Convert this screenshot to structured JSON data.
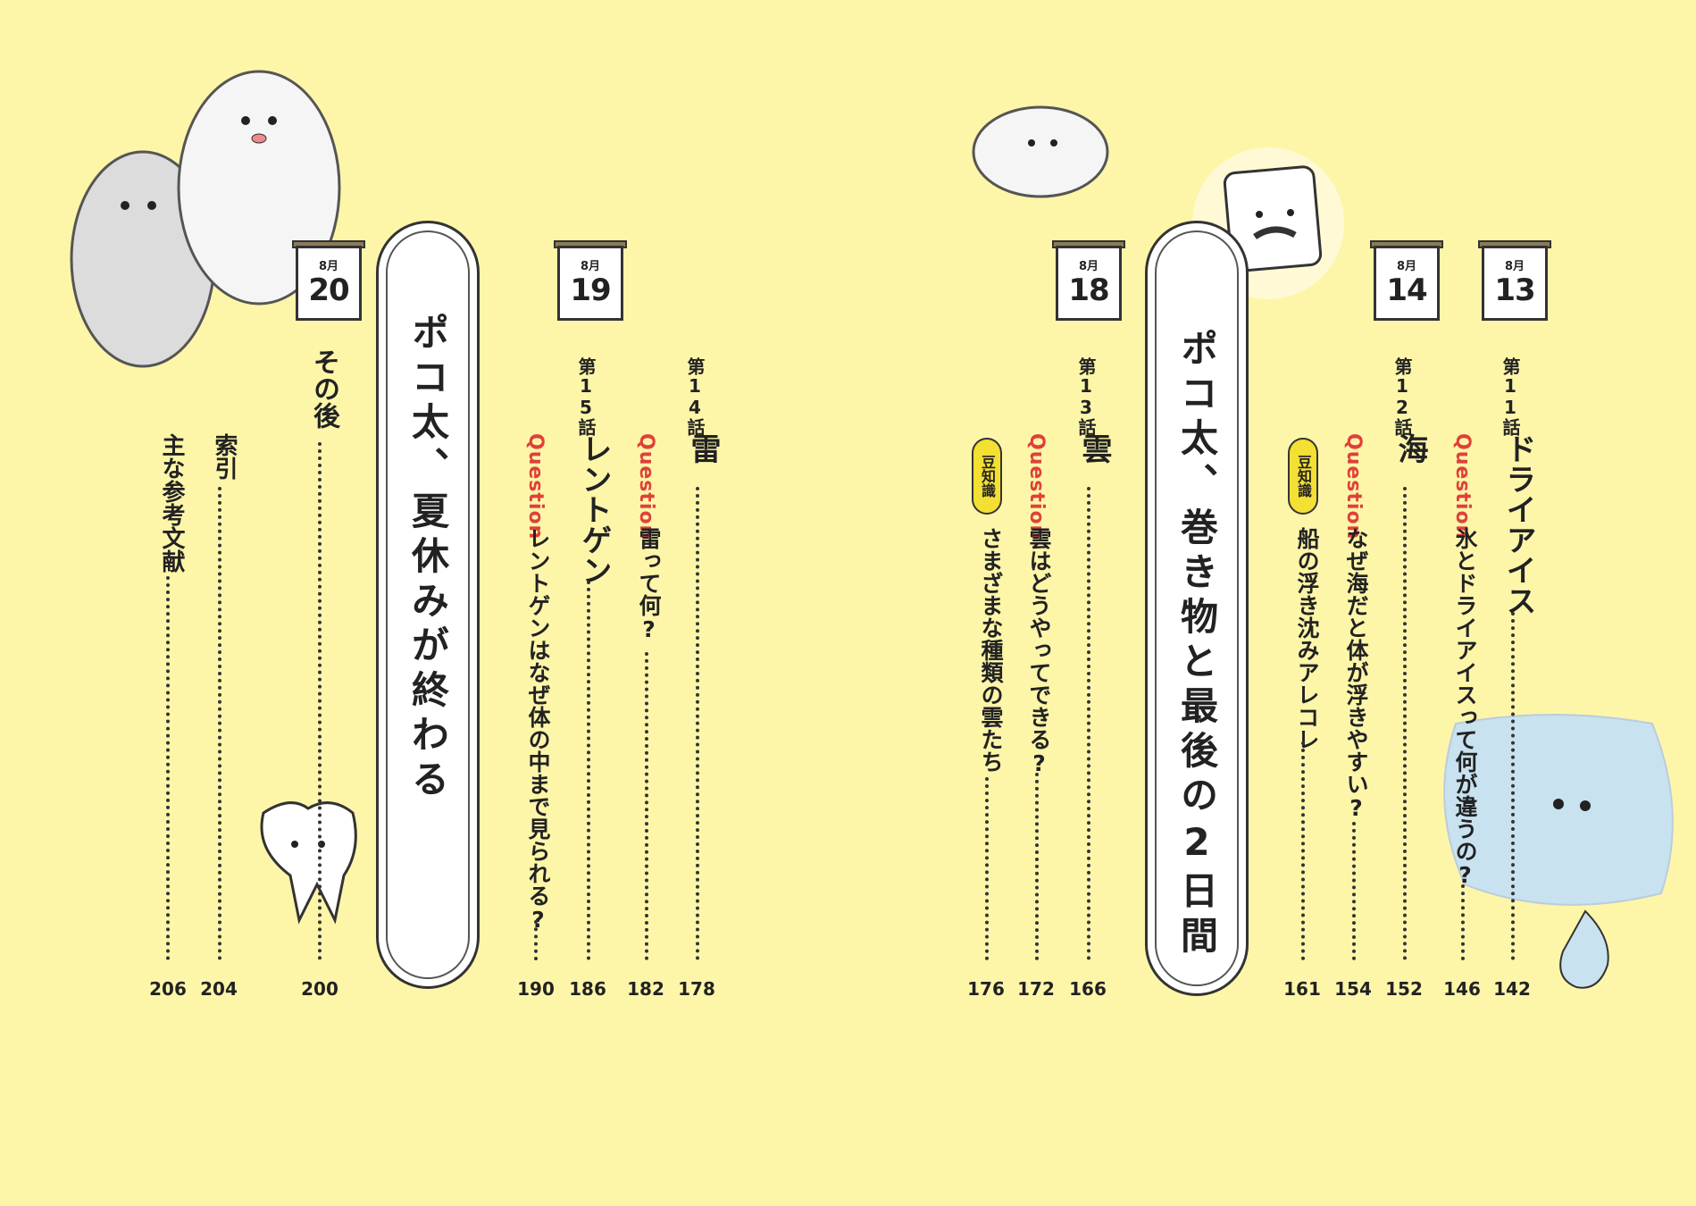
{
  "left_page": {
    "sections": [
      {
        "month": "8月",
        "day": "20",
        "title": "その後",
        "page": "200"
      },
      {
        "month": "8月",
        "day": "19",
        "pill_title": "ポコ太、夏休みが終わる"
      }
    ],
    "back_matter": [
      {
        "label": "索引",
        "page": "204"
      },
      {
        "label": "主な参考文献",
        "page": "206"
      }
    ],
    "episodes": [
      {
        "number": "第14話",
        "title": "雷",
        "page": "178",
        "question_label": "Question",
        "question": "雷って何?",
        "question_page": "182"
      },
      {
        "number": "第15話",
        "title": "レントゲン",
        "page": "186",
        "question_label": "Question",
        "question": "レントゲンはなぜ体の中まで見られる?",
        "question_page": "190"
      }
    ]
  },
  "right_page": {
    "cal_18": {
      "month": "8月",
      "day": "18"
    },
    "pill_title": "ポコ太、巻き物と最後の2日間",
    "cal_14": {
      "month": "8月",
      "day": "14"
    },
    "cal_13": {
      "month": "8月",
      "day": "13"
    },
    "episodes": [
      {
        "number": "第11話",
        "title": "ドライアイス",
        "page": "142",
        "question_label": "Question",
        "question": "氷とドライアイスって何が違うの?",
        "question_page": "146"
      },
      {
        "number": "第12話",
        "title": "海",
        "page": "152",
        "question_label": "Question",
        "question": "なぜ海だと体が浮きやすい?",
        "question_page": "154",
        "trivia_label": "豆知識",
        "trivia": "船の浮き沈みアレコレ",
        "trivia_page": "161"
      },
      {
        "number": "第13話",
        "title": "雲",
        "page": "166",
        "question_label": "Question",
        "question": "雲はどうやってできる?",
        "question_page": "172",
        "trivia_label": "豆知識",
        "trivia": "さまざまな種類の雲たち",
        "trivia_page": "176"
      }
    ]
  }
}
